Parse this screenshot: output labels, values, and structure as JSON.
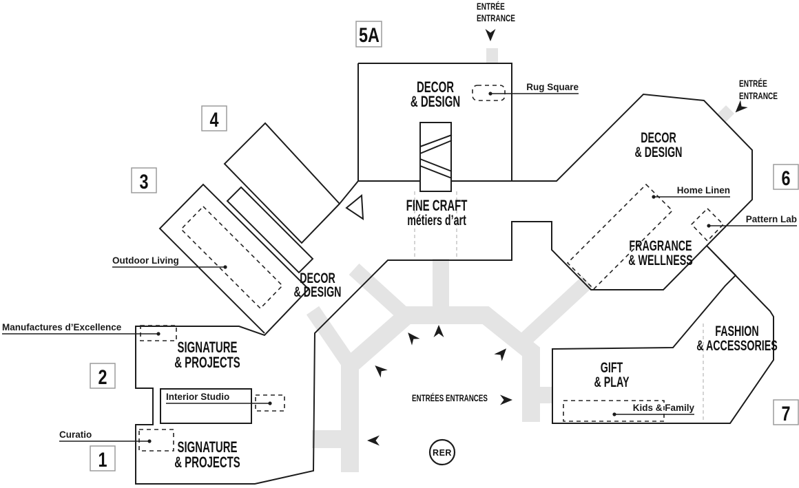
{
  "map": {
    "zones": {
      "decor_5a": {
        "line1": "DECOR",
        "line2": "& DESIGN"
      },
      "decor_central": {
        "line1": "DECOR",
        "line2": "& DESIGN"
      },
      "decor_6": {
        "line1": "DECOR",
        "line2": "& DESIGN"
      },
      "fine_craft": {
        "line1": "FINE CRAFT",
        "line2": "métiers d’art"
      },
      "fragrance": {
        "line1": "FRAGRANCE",
        "line2": "& WELLNESS"
      },
      "signature_upper": {
        "line1": "SIGNATURE",
        "line2": "& PROJECTS"
      },
      "signature_lower": {
        "line1": "SIGNATURE",
        "line2": "& PROJECTS"
      },
      "gift_play": {
        "line1": "GIFT",
        "line2": "& PLAY"
      },
      "fashion": {
        "line1": "FASHION",
        "line2": "& ACCESSORIES"
      }
    },
    "halls": {
      "h1": "1",
      "h2": "2",
      "h3": "3",
      "h4": "4",
      "h5a": "5A",
      "h6": "6",
      "h7": "7"
    },
    "pois": {
      "rug_square": "Rug Square",
      "home_linen": "Home Linen",
      "pattern_lab": "Pattern Lab",
      "outdoor_living": "Outdoor Living",
      "manufactures": "Manufactures d’Excellence",
      "interior_studio": "Interior Studio",
      "curatio": "Curatio",
      "kids_family": "Kids & Family"
    },
    "entrances": {
      "top_line1": "ENTRÉE",
      "top_line2": "ENTRANCE",
      "right_line1": "ENTRÉE",
      "right_line2": "ENTRANCE",
      "central": "ENTRÉES ENTRANCES"
    },
    "transit": {
      "rer": "RER"
    },
    "colors": {
      "outline": "#1c1c1c",
      "walkway": "#e4e4e4",
      "hall_fill": "#ffffff",
      "box_border": "#9b9b9b"
    }
  }
}
